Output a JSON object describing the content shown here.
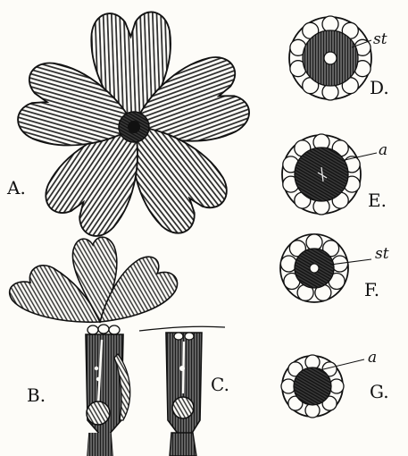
{
  "figures": {
    "A": {
      "label": "A."
    },
    "B": {
      "label": "B."
    },
    "C": {
      "label": "C."
    },
    "D": {
      "label": "D.",
      "part_label": "st"
    },
    "E": {
      "label": "E.",
      "part_label": "a"
    },
    "F": {
      "label": "F.",
      "part_label": "st"
    },
    "G": {
      "label": "G.",
      "part_label": "a"
    }
  },
  "colors": {
    "ink": "#111111",
    "paper": "#fdfcf8",
    "petal_shade": "#6f6f6f"
  }
}
